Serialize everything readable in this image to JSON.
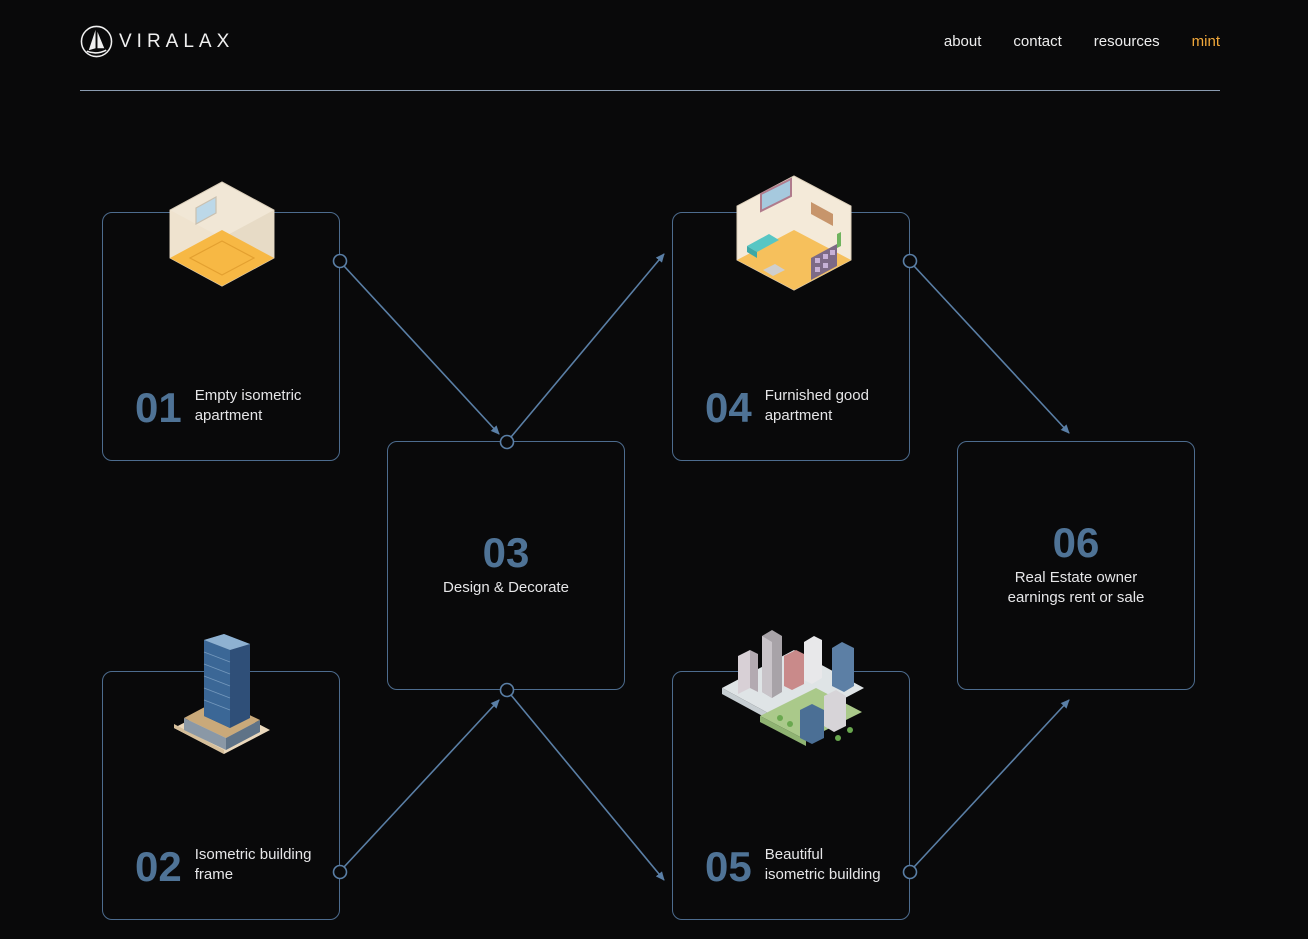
{
  "brand": {
    "name": "VIRALAX",
    "logo_icon": "sail-logo-icon"
  },
  "nav": [
    {
      "label": "about",
      "active": false
    },
    {
      "label": "contact",
      "active": false
    },
    {
      "label": "resources",
      "active": false
    },
    {
      "label": "mint",
      "active": true
    }
  ],
  "steps": [
    {
      "number": "01",
      "label": "Empty isometric apartment",
      "image": "empty-room-icon"
    },
    {
      "number": "02",
      "label": "Isometric building frame",
      "image": "building-icon"
    },
    {
      "number": "03",
      "label": "Design & Decorate"
    },
    {
      "number": "04",
      "label": "Furnished good apartment",
      "image": "furnished-room-icon"
    },
    {
      "number": "05",
      "label": "Beautiful isometric building",
      "image": "city-block-icon"
    },
    {
      "number": "06",
      "label": "Real Estate owner earnings rent or sale"
    }
  ],
  "colors": {
    "accent": "#f2a93b",
    "line": "#5a7fa6",
    "number": "#4f7396",
    "background": "#09090a"
  }
}
